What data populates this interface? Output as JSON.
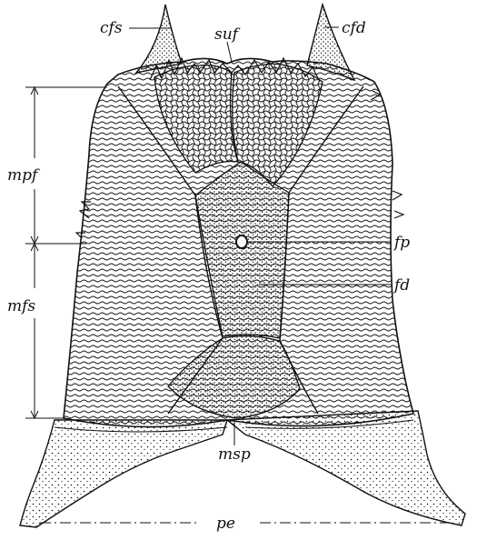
{
  "labels": {
    "cfs": "cfs",
    "suf": "suf",
    "cfd": "cfd",
    "mpf": "mpf",
    "fp": "fp",
    "fd": "fd",
    "mfs": "mfs",
    "msp": "msp",
    "pe": "pe"
  },
  "colors": {
    "ink": "#111111",
    "paper": "#ffffff"
  }
}
